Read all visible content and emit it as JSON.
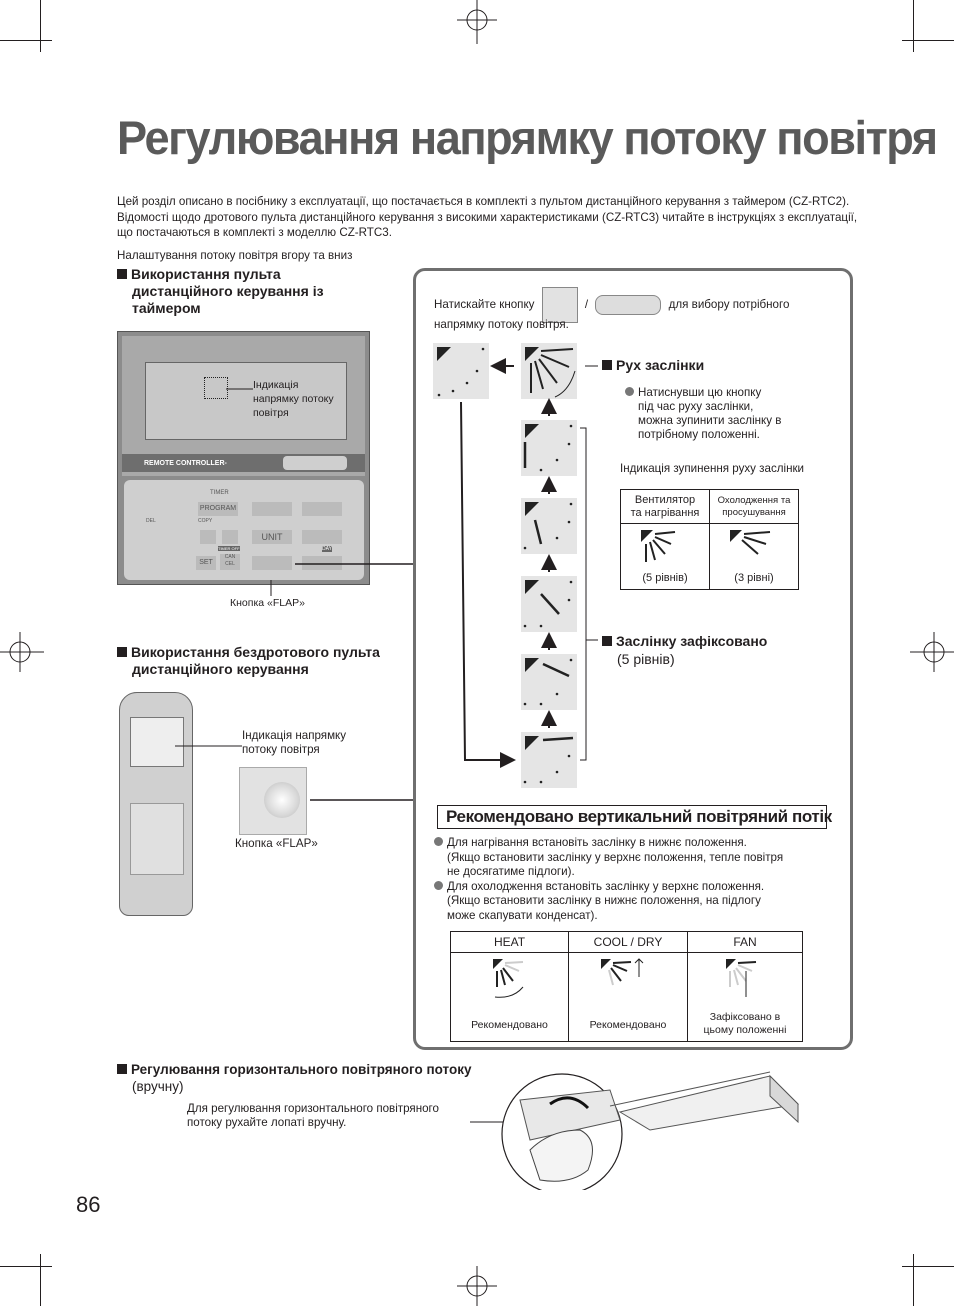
{
  "title": "Регулювання напрямку потоку повітря",
  "intro": "Цей розділ описано в посібнику з експлуатації, що постачається в комплекті з пультом дистанційного керування з таймером (CZ-RTC2). Відомості щодо дротового пульта дистанційного керування з високими характеристиками (CZ-RTC3) читайте в інструкціях з експлуатації, що постачаються в комплекті з моделлю CZ-RTC3.",
  "updown_label": "Налаштування потоку повітря вгору та вниз",
  "timer_section": {
    "heading_line1": "Використання пульта",
    "heading_line2": "дистанційного керування із",
    "heading_line3": "таймером",
    "indicator_label_1": "Індикація",
    "indicator_label_2": "напрямку потоку",
    "indicator_label_3": "повітря",
    "remote_name": "REMOTE CONTROLLER-",
    "timer": "TIMER",
    "program": "PROGRAM",
    "copy": "COPY",
    "del": "DEL",
    "unit": "UNIT",
    "timer_off": "TIMER OFF",
    "day": "DAY",
    "set": "SET",
    "cancel_1": "CAN",
    "cancel_2": "CEL",
    "flap_label": "Кнопка «FLAP»"
  },
  "wireless_section": {
    "heading_line1": "Використання бездротового пульта",
    "heading_line2": "дистанційного керування",
    "indicator_label_1": "Індикація напрямку",
    "indicator_label_2": "потоку повітря",
    "flap_label": "Кнопка «FLAP»"
  },
  "panel": {
    "press_before": "Натискайте кнопку",
    "slash": "/",
    "press_after": "для вибору потрібного",
    "press_line2": "напрямку потоку повітря.",
    "swing_heading": "Рух заслінки",
    "swing_note_1": "Натиснувши цю кнопку",
    "swing_note_2": "під час руху заслінки,",
    "swing_note_3": "можна зупинити заслінку в",
    "swing_note_4": "потрібному положенні.",
    "stop_indication": "Індикація зупинення руху заслінки",
    "table_col1_line1": "Вентилятор",
    "table_col1_line2": "та нагрівання",
    "table_col2_line1": "Охолодження та",
    "table_col2_line2": "просушування",
    "levels_5": "(5 рівнів)",
    "levels_3": "(3 рівні)",
    "fixed_heading": "Заслінку зафіксовано",
    "fixed_levels": "(5 рівнів)",
    "recommended_title": "Рекомендовано вертикальний повітряний потік",
    "rec_heat_1": "Для нагрівання встановіть заслінку в нижнє положення.",
    "rec_heat_2": "(Якщо встановити заслінку у верхнє положення, тепле повітря",
    "rec_heat_3": "не досягатиме підлоги).",
    "rec_cool_1": "Для охолодження встановіть заслінку у верхнє положення.",
    "rec_cool_2": "(Якщо встановити заслінку в нижнє положення, на підлогу",
    "rec_cool_3": "може скапувати конденсат).",
    "modes": [
      "HEAT",
      "COOL / DRY",
      "FAN"
    ],
    "recommended": "Рекомендовано",
    "fixed_pos_1": "Зафіксовано в",
    "fixed_pos_2": "цьому положенні"
  },
  "horizontal": {
    "heading": "Регулювання горизонтального повітряного потоку",
    "heading_suffix": "(вручну)",
    "text_1": "Для регулювання горизонтального повітряного",
    "text_2": "потоку рухайте лопаті вручну."
  },
  "page_number": "86"
}
